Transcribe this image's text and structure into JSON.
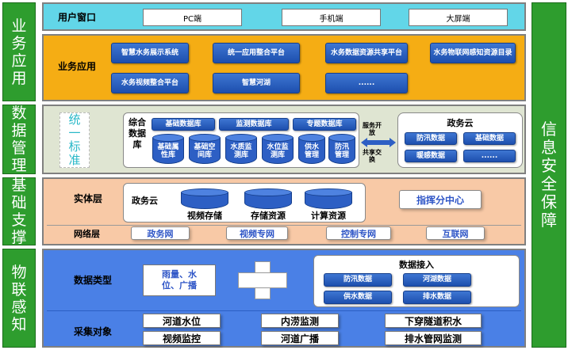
{
  "left_bars": [
    "业务应用",
    "数据管理",
    "基础支撑",
    "物联感知"
  ],
  "right_bar": "信息安全保障",
  "user_window": {
    "label": "用户窗口",
    "items": [
      "PC端",
      "手机端",
      "大屏端"
    ]
  },
  "business": {
    "label": "业务应用",
    "items": [
      "智慧水务展示系统",
      "统一应用整合平台",
      "水务数据资源共享平台",
      "水务物联网感知资源目录",
      "水务视频整合平台",
      "智慧河湖",
      "......"
    ]
  },
  "data_mgmt": {
    "unified_standard": "统一标准",
    "comprehensive_db": "综合数据库",
    "top_libs": [
      "基础数据库",
      "监测数据库",
      "专题数据库"
    ],
    "cylinders": [
      "基础属性库",
      "基础空间库",
      "水质监测库",
      "水位监测库",
      "供水管理",
      "防汛管理"
    ],
    "arrow_labels": [
      "服务开放",
      "共享交换"
    ],
    "gov_cloud": {
      "title": "政务云",
      "items": [
        "防汛数据",
        "基础数据",
        "暖感数据",
        "......"
      ]
    }
  },
  "support": {
    "entity_label": "实体层",
    "gov_cloud_label": "政务云",
    "storages": [
      "视频存储",
      "存储资源",
      "计算资源"
    ],
    "command_center": "指挥分中心",
    "network_label": "网络层",
    "networks": [
      "政务网",
      "视频专网",
      "控制专网",
      "互联网"
    ]
  },
  "iot": {
    "data_type_label": "数据类型",
    "data_types": "雨量、水位、广播",
    "plus": "+",
    "data_access": {
      "title": "数据接入",
      "items": [
        "防汛数据",
        "河湖数据",
        "供水数据",
        "排水数据"
      ]
    },
    "collect_label": "采集对象",
    "collect_items": [
      "河道水位",
      "内涝监测",
      "下穿隧道积水",
      "视频监控",
      "河道广播",
      "排水管网监测"
    ]
  }
}
